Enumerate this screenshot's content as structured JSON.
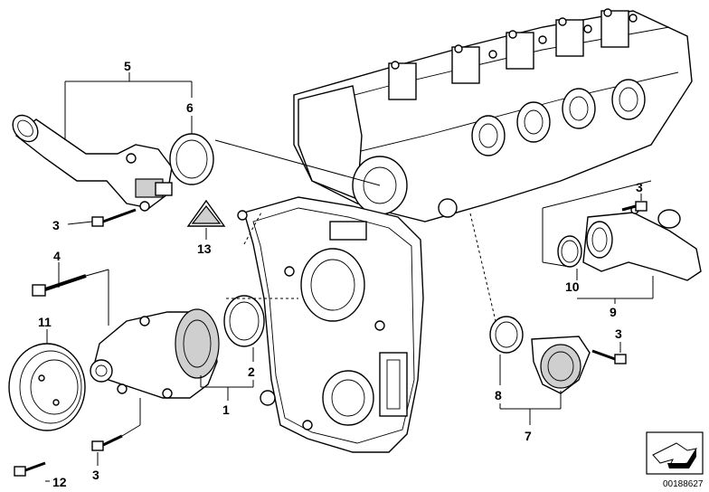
{
  "callouts": [
    {
      "id": "c1",
      "label": "1"
    },
    {
      "id": "c2",
      "label": "2"
    },
    {
      "id": "c3a",
      "label": "3"
    },
    {
      "id": "c3b",
      "label": "3"
    },
    {
      "id": "c3c",
      "label": "3"
    },
    {
      "id": "c3d",
      "label": "3"
    },
    {
      "id": "c4",
      "label": "4"
    },
    {
      "id": "c5",
      "label": "5"
    },
    {
      "id": "c6",
      "label": "6"
    },
    {
      "id": "c7",
      "label": "7"
    },
    {
      "id": "c8",
      "label": "8"
    },
    {
      "id": "c9",
      "label": "9"
    },
    {
      "id": "c10",
      "label": "10"
    },
    {
      "id": "c11",
      "label": "11"
    },
    {
      "id": "c12",
      "label": "12"
    },
    {
      "id": "c13",
      "label": "13"
    }
  ],
  "reference_number": "00188627"
}
